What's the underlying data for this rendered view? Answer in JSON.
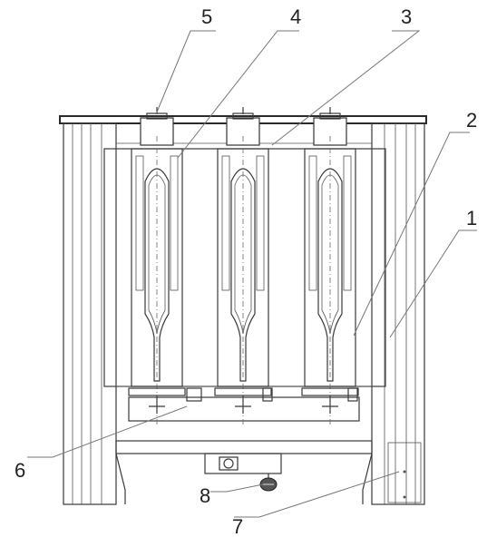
{
  "callouts": [
    {
      "id": "c5",
      "text": "5"
    },
    {
      "id": "c4",
      "text": "4"
    },
    {
      "id": "c3",
      "text": "3"
    },
    {
      "id": "c2",
      "text": "2"
    },
    {
      "id": "c1",
      "text": "1"
    },
    {
      "id": "c6",
      "text": "6"
    },
    {
      "id": "c8",
      "text": "8"
    },
    {
      "id": "c7",
      "text": "7"
    }
  ],
  "colors": {
    "line": "#3a3a3a",
    "background": "#ffffff"
  }
}
